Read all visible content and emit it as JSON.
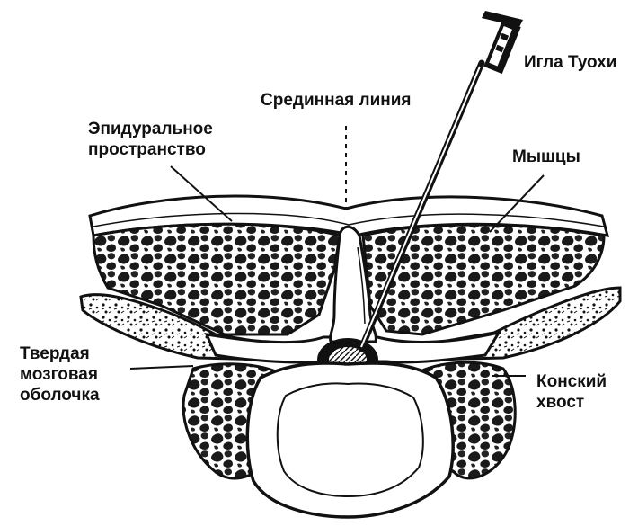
{
  "diagram": {
    "labels": {
      "needle": "Игла Туохи",
      "midline": "Срединная линия",
      "epidural": [
        "Эпидуральное",
        "пространство"
      ],
      "muscles": "Мышцы",
      "dura": [
        "Твердая",
        "мозговая",
        "оболочка"
      ],
      "cauda": [
        "Конский",
        "хвост"
      ]
    },
    "palette": {
      "ink": "#111111",
      "fill": "#ffffff"
    }
  }
}
